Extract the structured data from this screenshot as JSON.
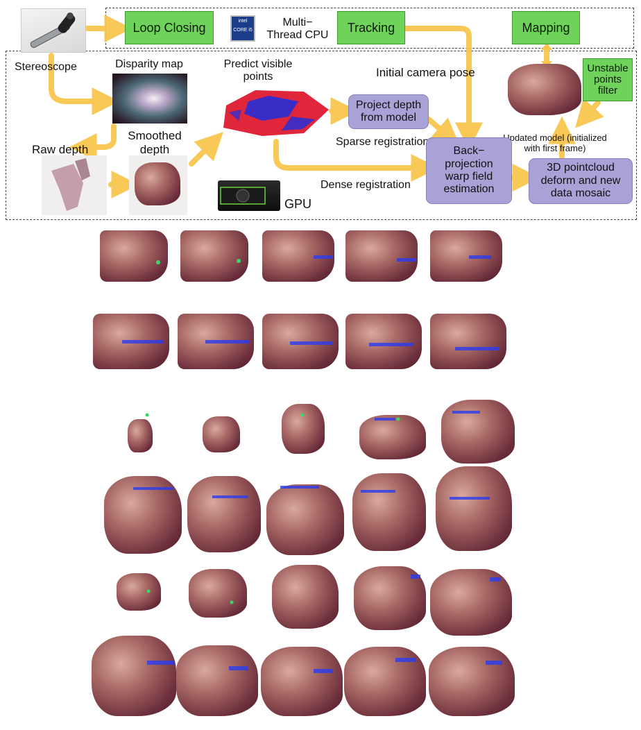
{
  "pipeline": {
    "stereoscope_label": "Stereoscope",
    "loop_closing_label": "Loop  Closing",
    "cpu_label": "Multi−\nThread CPU",
    "cpu_chip_text": "CORE i5",
    "tracking_label": "Tracking",
    "mapping_label": "Mapping",
    "disparity_label": "Disparity map",
    "predict_label": "Predict visible\npoints",
    "initial_pose_label": "Initial camera pose",
    "unstable_filter_label": "Unstable\npoints\nfilter",
    "project_depth_label": "Project  depth\nfrom  model",
    "smoothed_depth_label": "Smoothed\ndepth",
    "raw_depth_label": "Raw depth",
    "sparse_reg_label": "Sparse registration",
    "updated_model_label": "Updated  model (initialized\nwith first frame)",
    "backprojection_label": "Back−\nprojection\nwarp field\nestimation",
    "dense_reg_label": "Dense registration",
    "deform_label": "3D pointcloud\ndeform and new\ndata mosaic",
    "gpu_label": "GPU"
  },
  "colors": {
    "arrow": "#f9c54a",
    "green_box": "#6fd25a",
    "purple_box": "#a8a2d6"
  },
  "icons": [
    "stereoscope-icon",
    "cpu-chip-icon",
    "gpu-card-icon"
  ]
}
